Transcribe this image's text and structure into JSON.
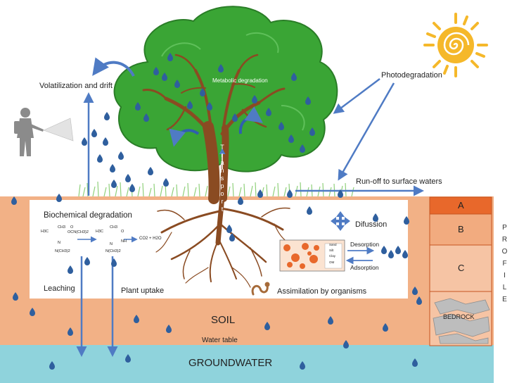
{
  "labels": {
    "volatilization": "Volatilization and drift",
    "metabolic": "Metabolic degradation",
    "photodegradation": "Photodegradation",
    "runoff": "Run-off to surface waters",
    "transport": "Transport",
    "biochemical": "Biochemical degradation",
    "difussion": "Difussion",
    "desorption": "Desorption",
    "adsorption": "Adsorption",
    "leaching": "Leaching",
    "plant_uptake": "Plant uptake",
    "assimilation": "Assimilation by organisms",
    "soil": "SOIL",
    "water_table": "Water table",
    "groundwater": "GROUNDWATER",
    "bedrock": "BEDROCK",
    "profile": "PROFILE"
  },
  "horizons": [
    "A",
    "B",
    "C"
  ],
  "chemistry": {
    "left_mol_h3c": "H3C",
    "left_mol_ch3": "CH3",
    "left_mol_o": "O",
    "left_mol_group": "OCN(CH3)2",
    "left_mol_n": "N",
    "left_mol_amine": "N(CH3)2",
    "right_mol_h3c": "H3C",
    "right_mol_ch3": "CH3",
    "right_mol_o": "O",
    "right_mol_nh": "NH",
    "right_mol_n": "N",
    "right_mol_amine": "N(CH3)2",
    "products": "CO2 + H2O"
  },
  "soil_legend": [
    "Sand",
    "Silt",
    "Clay",
    "OM"
  ],
  "colors": {
    "sky": "#ffffff",
    "soil": "#f2b186",
    "horizon_a": "#e8682b",
    "horizon_b": "#f2ab7f",
    "horizon_c": "#f6c4a4",
    "groundwater": "#8fd3dc",
    "canopy": "#3aa535",
    "trunk": "#8a4b22",
    "arrow": "#4f7bc4",
    "drop": "#2f5f9e",
    "sun": "#f5b82a"
  }
}
